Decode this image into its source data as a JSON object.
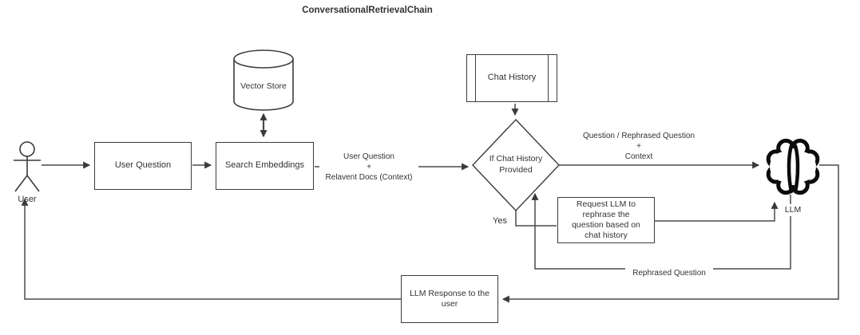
{
  "title": "ConversationalRetrievalChain",
  "nodes": {
    "user": {
      "label": "User"
    },
    "user_question": {
      "label": "User Question"
    },
    "vector_store": {
      "label": "Vector Store"
    },
    "search_embeddings": {
      "label": "Search Embeddings"
    },
    "chat_history": {
      "label": "Chat History"
    },
    "decision": {
      "line1": "If Chat History",
      "line2": "Provided"
    },
    "request_rephrase": {
      "label": "Request LLM to rephrase the question based on chat history"
    },
    "llm": {
      "label": "LLM"
    },
    "llm_response": {
      "label": "LLM Response to the user"
    }
  },
  "edges": {
    "search_to_decision": {
      "line1": "User Question",
      "line2": "+",
      "line3": "Relavent Docs (Context)"
    },
    "decision_to_llm": {
      "line1": "Question / Rephrased Question",
      "line2": "+",
      "line3": "Context"
    },
    "yes_label": "Yes",
    "rephrased_label": "Rephrased Question"
  },
  "colors": {
    "line": "#4a4a4a",
    "border": "#3c3c3c",
    "text": "#323232",
    "brain": "#0c0c0c",
    "background": "#ffffff"
  }
}
